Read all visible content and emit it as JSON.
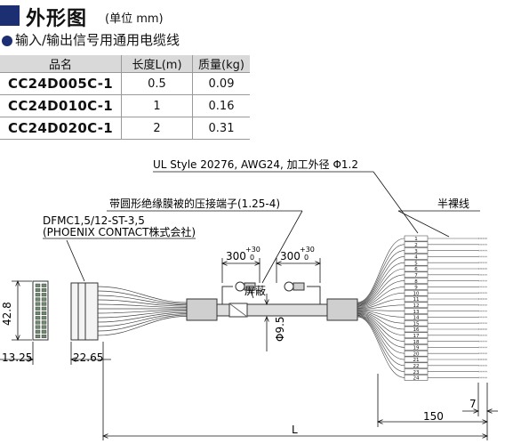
{
  "header": {
    "title": "外形图",
    "unit": "(单位 mm)",
    "subtitle": "输入/输出信号用通用电缆线"
  },
  "table": {
    "columns": [
      "品名",
      "长度L(m)",
      "质量(kg)"
    ],
    "rows": [
      {
        "model": "CC24D005C-1",
        "length": "0.5",
        "mass": "0.09"
      },
      {
        "model": "CC24D010C-1",
        "length": "1",
        "mass": "0.16"
      },
      {
        "model": "CC24D020C-1",
        "length": "2",
        "mass": "0.31"
      }
    ]
  },
  "drawing": {
    "cable_spec": "UL Style 20276, AWG24, 加工外径 Φ1.2",
    "stripped_wire": "半裸线",
    "crimp_terminal": "带圆形绝缘膜被的压接端子(1.25-4)",
    "connector_line1": "DFMC1,5/12-ST-3,5",
    "connector_line2": "(PHOENIX CONTACT株式会社)",
    "shield": "屏蔽",
    "dim_300_left": "300",
    "dim_300_right": "300",
    "tol_plus": "+30",
    "tol_zero": "0",
    "dim_height": "42.8",
    "dim_13_25": "13.25",
    "dim_22_65": "22.65",
    "dim_diameter": "Φ9.5",
    "dim_150": "150",
    "dim_7": "7",
    "dim_L": "L",
    "wire_numbers": [
      "1",
      "2",
      "3",
      "4",
      "5",
      "6",
      "7",
      "8",
      "9",
      "10",
      "11",
      "12",
      "13",
      "14",
      "15",
      "16",
      "17",
      "18",
      "19",
      "20",
      "21",
      "22",
      "23",
      "24"
    ]
  }
}
